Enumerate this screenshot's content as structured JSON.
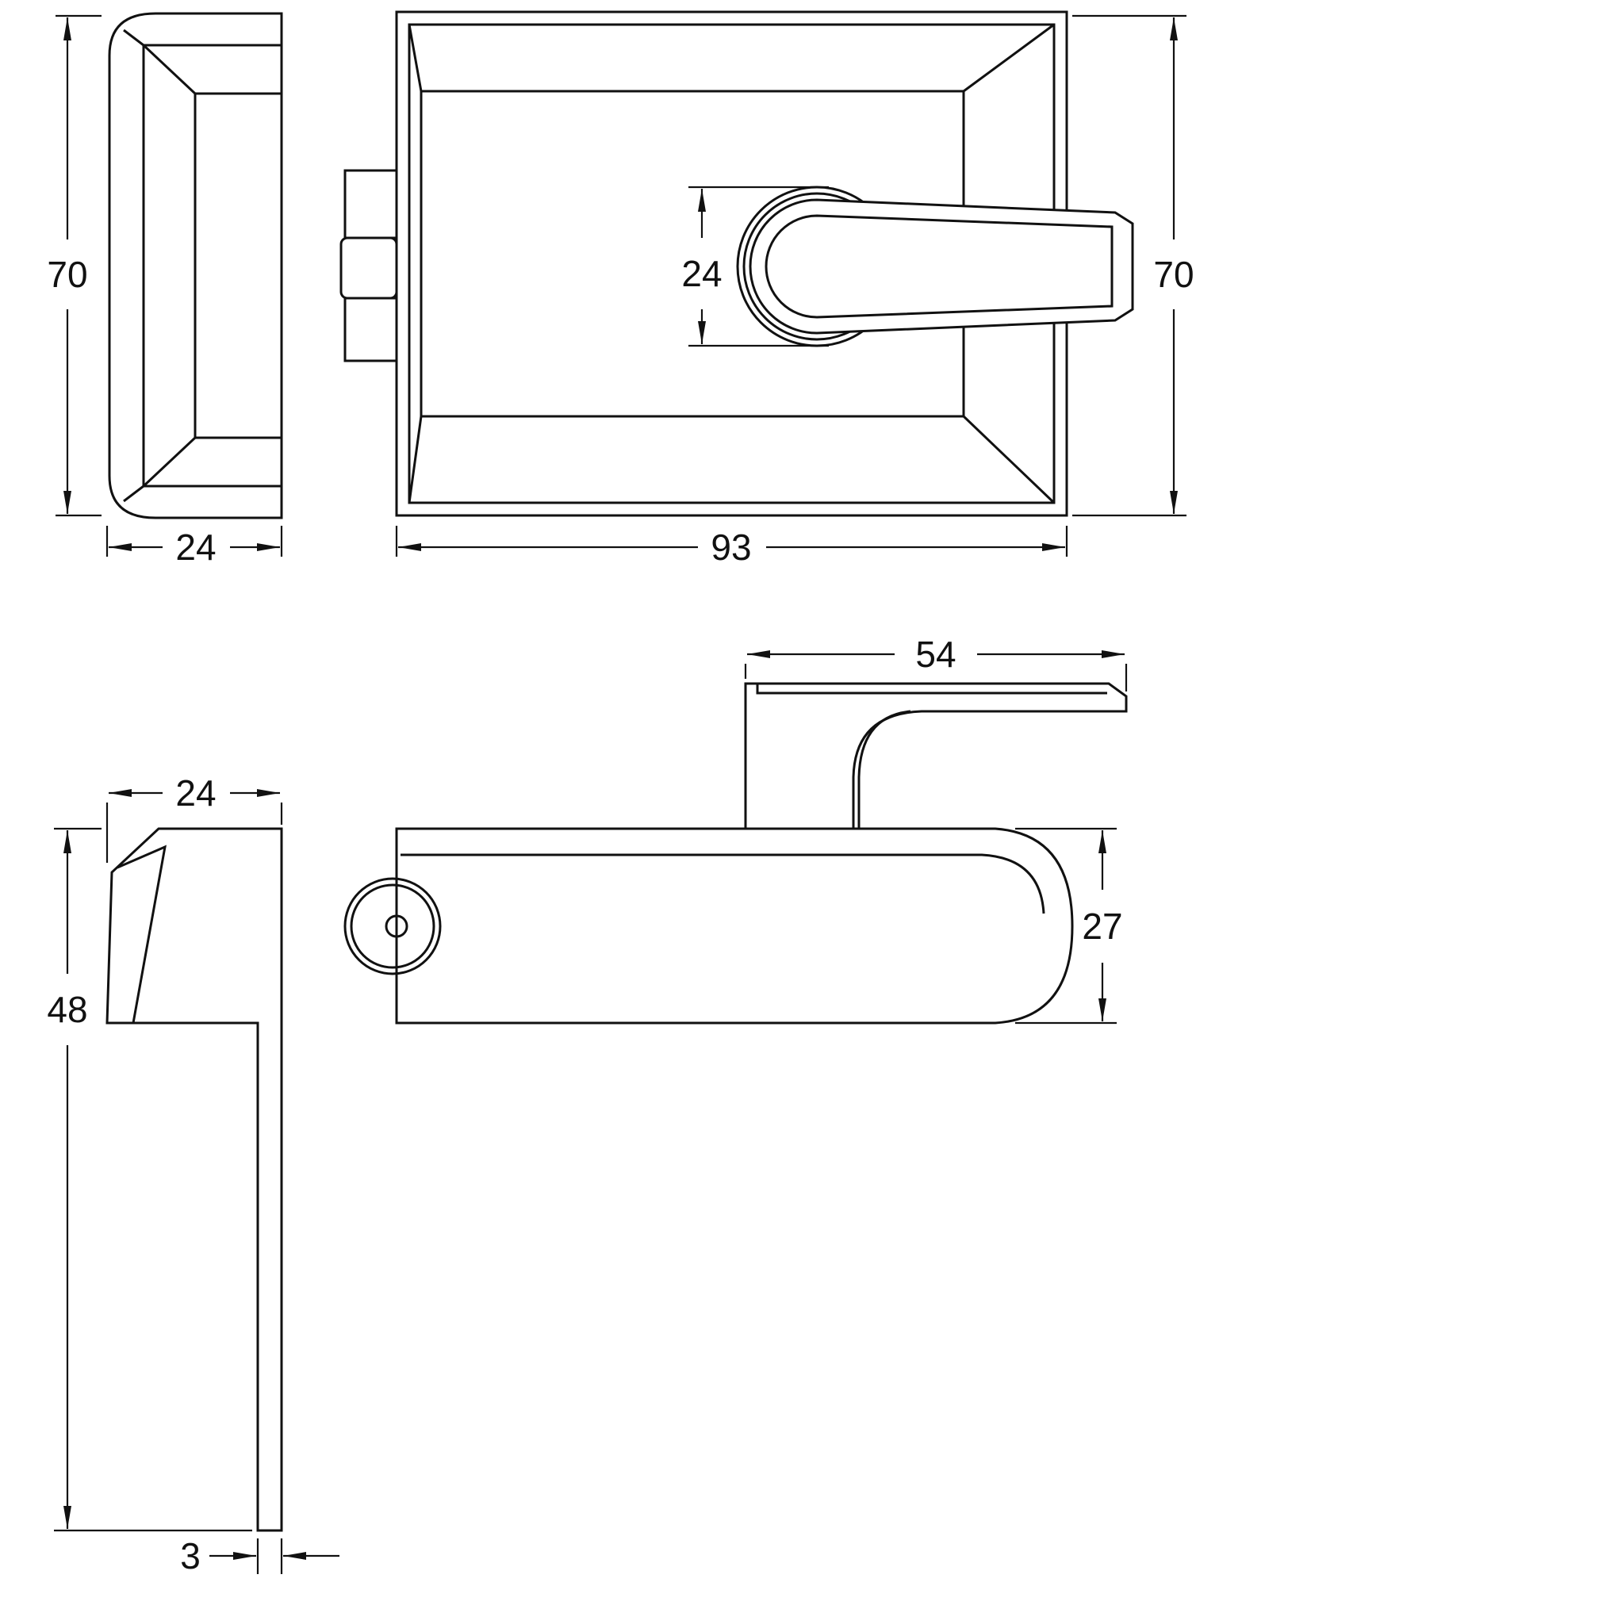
{
  "drawing": {
    "background": "#ffffff",
    "line_color": "#111111",
    "dims": {
      "end_height": "70",
      "end_width": "24",
      "front_width": "93",
      "front_height": "70",
      "knob_width": "24",
      "handle_length": "54",
      "profile_width": "24",
      "profile_height": "48",
      "body_depth": "27",
      "flange_thickness": "3"
    }
  }
}
